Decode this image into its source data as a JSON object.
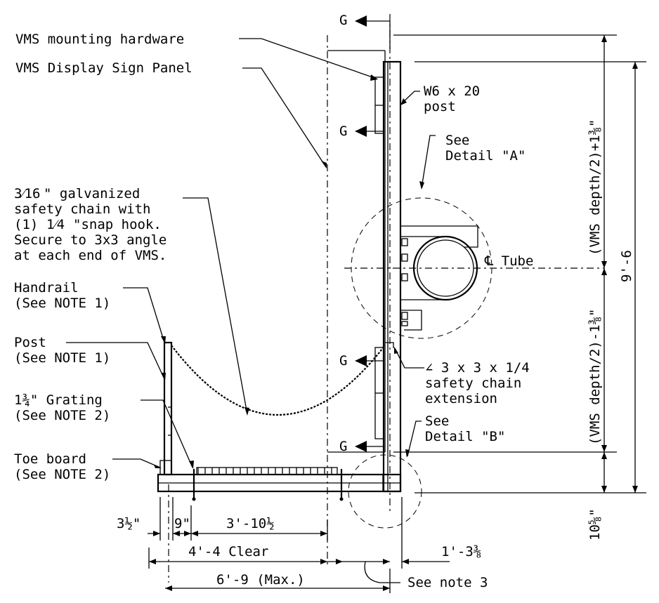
{
  "labels": {
    "section_cut": "G",
    "mounting_hardware": "VMS mounting hardware",
    "display_panel": "VMS Display Sign Panel",
    "post_section_1": "W6 x 20",
    "post_section_2": "post",
    "detail_a_1": "See",
    "detail_a_2": "Detail \"A\"",
    "chain_1_frac": "3⁄16",
    "chain_1_rest": "\" galvanized",
    "chain_2": "safety chain with",
    "chain_3a": "(1)",
    "chain_3_frac": "1⁄4",
    "chain_3b": "\"snap hook.",
    "chain_4": "Secure to 3x3 angle",
    "chain_5": "at each end of VMS.",
    "handrail_1": "Handrail",
    "handrail_2": "(See NOTE 1)",
    "post_1": "Post",
    "post_2": "(See NOTE 1)",
    "grating_1": "1¾\" Grating",
    "grating_2": "(See NOTE 2)",
    "toe_1": "Toe board",
    "toe_2": "(See NOTE 2)",
    "tube": "℄ Tube",
    "angle_1": "∠ 3 x 3 x 1/4",
    "angle_2": "safety chain",
    "angle_3": "extension",
    "detail_b_1": "See",
    "detail_b_2": "Detail \"B\""
  },
  "dimensions": {
    "d_3_5": "3½\"",
    "d_9": "9\"",
    "d_3_10_5": "3'-10½",
    "d_4_4": "4'-4 Clear",
    "d_1_3_375": "1'-3⅜",
    "d_6_9": "6'-9 (Max.)",
    "note3": "See note 3",
    "vert_upper": "(VMS depth/2)+1⅜\"",
    "vert_lower": "(VMS depth/2)-1⅜\"",
    "vert_total": "9'-6",
    "vert_bottom": "10⅝\""
  }
}
